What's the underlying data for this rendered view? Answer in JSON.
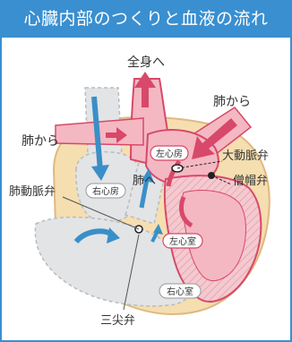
{
  "title": "心臓内部のつくりと血液の流れ",
  "labels": {
    "to_body": "全身へ",
    "from_lung_left": "肺から",
    "from_lung_right": "肺から",
    "to_lung": "肺へ",
    "right_atrium": "右心房",
    "left_atrium": "左心房",
    "right_ventricle": "右心室",
    "left_ventricle": "左心室",
    "aortic_valve": "大動脈弁",
    "mitral_valve": "僧帽弁",
    "pulmonary_valve": "肺動脈弁",
    "tricuspid_valve": "三尖弁"
  },
  "colors": {
    "accent": "#3a8fd0",
    "arterial_red": "#d8486a",
    "venous_blue": "#3a8fc8",
    "heart_muscle": "#f5deb0"
  }
}
